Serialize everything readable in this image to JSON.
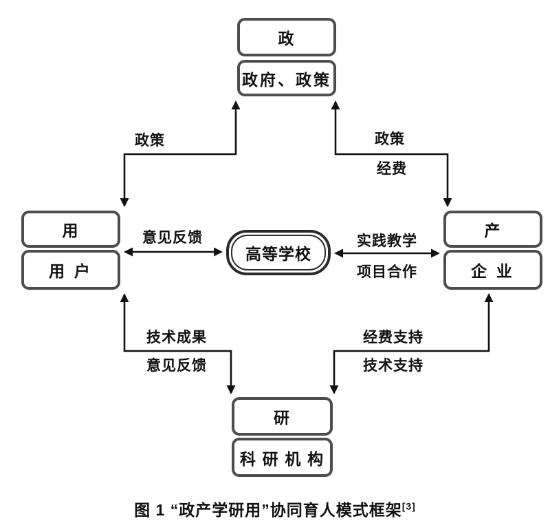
{
  "figure": {
    "caption": "图 1  “政产学研用”协同育人模式框架",
    "caption_ref": "[3]"
  },
  "nodes": {
    "government": {
      "title": "政",
      "subtitle": "政府、政策"
    },
    "user": {
      "title": "用",
      "subtitle": "用 户"
    },
    "industry": {
      "title": "产",
      "subtitle": "企 业"
    },
    "research": {
      "title": "研",
      "subtitle": "科 研 机 构"
    },
    "university": {
      "title": "高等学校"
    }
  },
  "edges": {
    "gov_user": {
      "labels": [
        "政策"
      ]
    },
    "gov_industry": {
      "labels": [
        "政策",
        "经费"
      ]
    },
    "user_university": {
      "labels": [
        "意见反馈"
      ]
    },
    "university_industry": {
      "labels": [
        "实践教学",
        "项目合作"
      ]
    },
    "user_research": {
      "labels": [
        "技术成果",
        "意见反馈"
      ]
    },
    "research_industry": {
      "labels": [
        "经费支持",
        "技术支持"
      ]
    }
  },
  "colors": {
    "box_border": "#4d4d4d",
    "center_border": "#2b2b2b",
    "arrow": "#111111",
    "text": "#111111",
    "background": "#ffffff"
  }
}
